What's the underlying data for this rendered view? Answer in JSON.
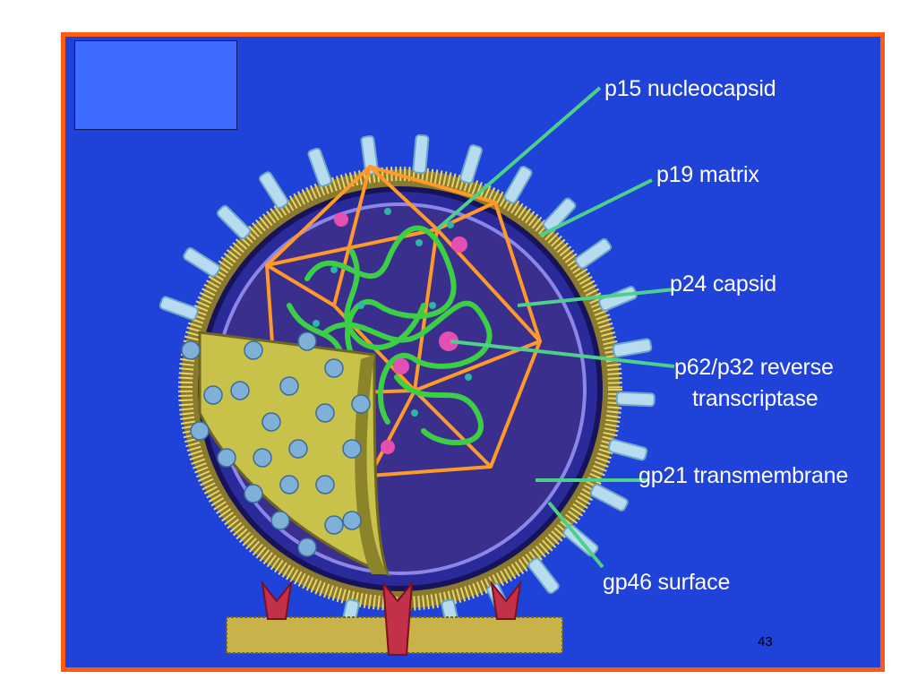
{
  "diagram": {
    "colors": {
      "frame": "#ff5a14",
      "background": "#1f42d8",
      "corner_box": "#3f6bff",
      "leader_lines": "#4cd08a",
      "capsid": "#ff9a2a",
      "rna": "#3ccf45",
      "membrane": "#c9b24a"
    },
    "labels": [
      {
        "id": "p15",
        "text": "p15 nucleocapsid"
      },
      {
        "id": "p19",
        "text": "p19 matrix"
      },
      {
        "id": "p24",
        "text": "p24 capsid"
      },
      {
        "id": "p62a",
        "text": "p62/p32 reverse"
      },
      {
        "id": "p62b",
        "text": "transcriptase"
      },
      {
        "id": "gp21",
        "text": "gp21 transmembrane"
      },
      {
        "id": "gp46",
        "text": "gp46 surface"
      }
    ],
    "page_number": "43"
  }
}
